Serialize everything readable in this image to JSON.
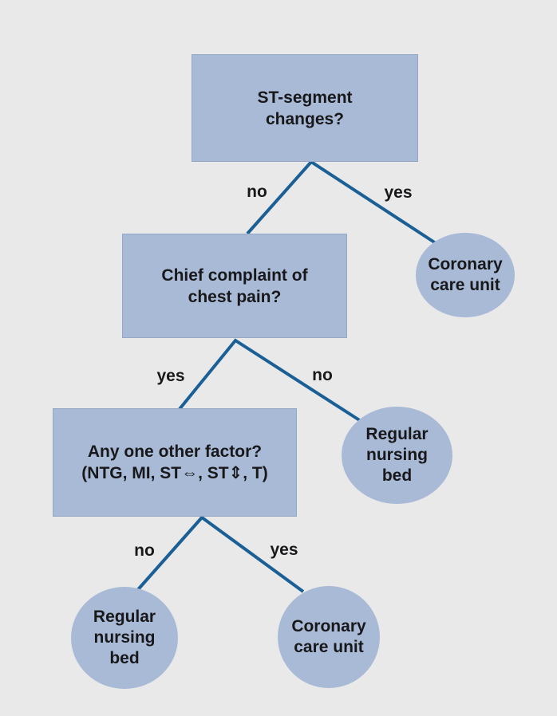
{
  "colors": {
    "background": "#e9e9ea",
    "node_fill": "#a9bad6",
    "line": "#1a6096",
    "text": "#18181a"
  },
  "tree": {
    "nodes": [
      {
        "id": "st-segment-changes",
        "type": "decision",
        "lines": [
          "ST-segment",
          "changes?"
        ]
      },
      {
        "id": "chief-complaint",
        "type": "decision",
        "lines": [
          "Chief complaint of",
          "chest pain?"
        ]
      },
      {
        "id": "any-one-other-factor",
        "type": "decision",
        "lines": [
          "Any one other factor?",
          "(NTG, MI, ST⇔, ST⇕, T)"
        ]
      },
      {
        "id": "coronary-care-unit-top",
        "type": "outcome",
        "lines": [
          "Coronary",
          "care unit"
        ]
      },
      {
        "id": "regular-nursing-bed-mid",
        "type": "outcome",
        "lines": [
          "Regular",
          "nursing",
          "bed"
        ]
      },
      {
        "id": "regular-nursing-bed-bot",
        "type": "outcome",
        "lines": [
          "Regular",
          "nursing",
          "bed"
        ]
      },
      {
        "id": "coronary-care-unit-bot",
        "type": "outcome",
        "lines": [
          "Coronary",
          "care unit"
        ]
      }
    ],
    "edges": [
      {
        "from": "st-segment-changes",
        "to": "chief-complaint",
        "label": "no"
      },
      {
        "from": "st-segment-changes",
        "to": "coronary-care-unit-top",
        "label": "yes"
      },
      {
        "from": "chief-complaint",
        "to": "any-one-other-factor",
        "label": "yes"
      },
      {
        "from": "chief-complaint",
        "to": "regular-nursing-bed-mid",
        "label": "no"
      },
      {
        "from": "any-one-other-factor",
        "to": "regular-nursing-bed-bot",
        "label": "no"
      },
      {
        "from": "any-one-other-factor",
        "to": "coronary-care-unit-bot",
        "label": "yes"
      }
    ]
  }
}
